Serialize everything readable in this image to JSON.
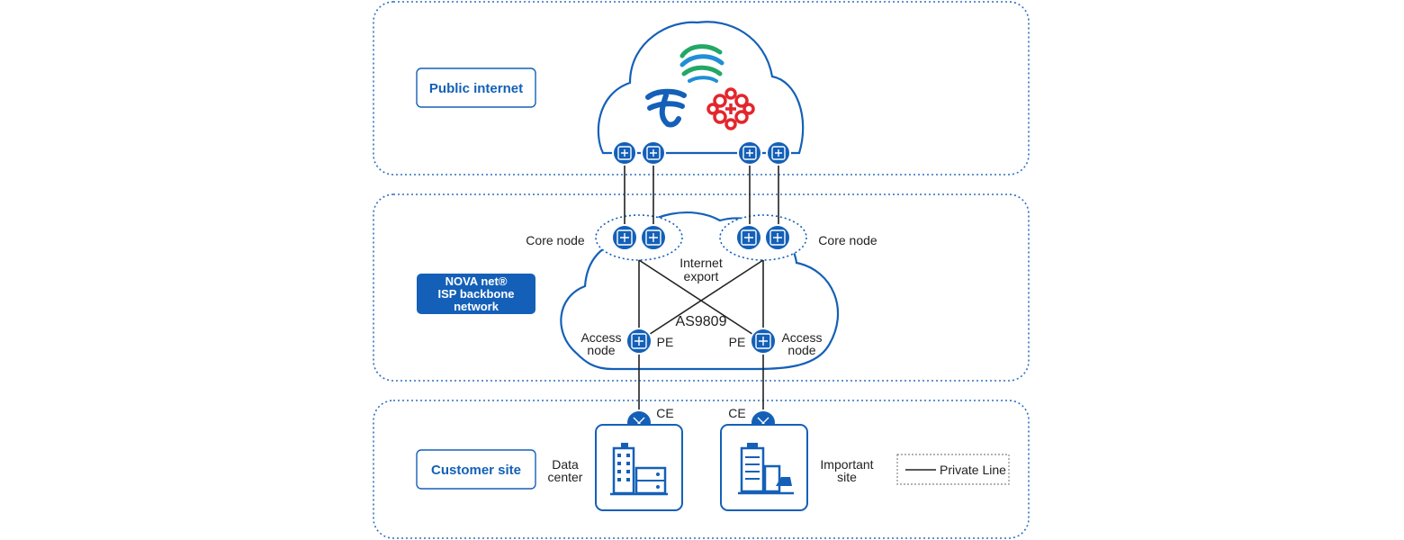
{
  "zones": {
    "public": {
      "label": "Public internet"
    },
    "backbone": {
      "label_lines": [
        "NOVA net®",
        "ISP backbone",
        "network"
      ]
    },
    "customer": {
      "label": "Customer site"
    }
  },
  "nodes": {
    "core_left_label": "Core node",
    "core_right_label": "Core node",
    "internet_export_lines": [
      "Internet",
      "export"
    ],
    "as_number": "AS9809",
    "access_left_lines": [
      "Access",
      "node"
    ],
    "access_right_lines": [
      "Access",
      "node"
    ],
    "pe_left": "PE",
    "pe_right": "PE",
    "ce_left": "CE",
    "ce_right": "CE"
  },
  "sites": {
    "data_center_lines": [
      "Data",
      "center"
    ],
    "important_site_lines": [
      "Important",
      "site"
    ]
  },
  "legend": {
    "private_line": "Private Line"
  },
  "colors": {
    "brand_blue": "#1460b8",
    "dotted_border": "#2e6fc0",
    "carrier_green": "#22a866",
    "carrier_blue": "#1f8fd6",
    "carrier_red": "#e3262c"
  }
}
